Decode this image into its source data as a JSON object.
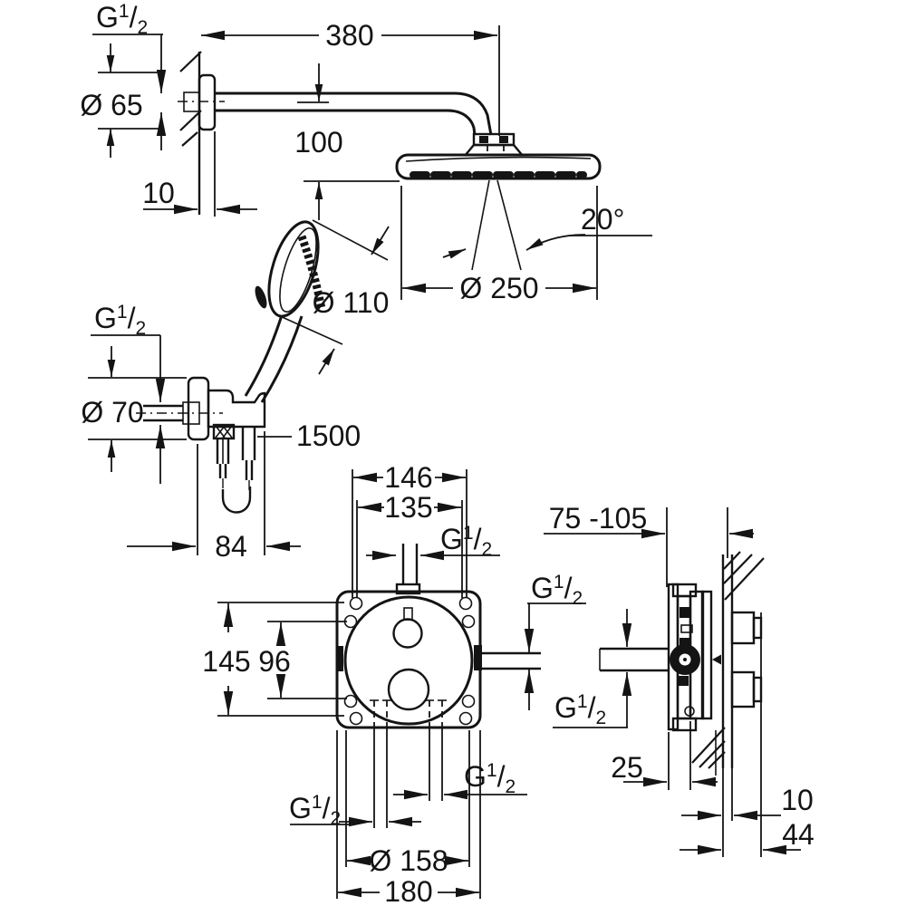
{
  "drawing": {
    "kind": "technical-dimension-drawing",
    "background": "#ffffff",
    "line_color": "#141414",
    "views": [
      "overhead-shower-elevation",
      "hand-shower-elevation",
      "mixer-box-front",
      "mixer-box-side"
    ]
  },
  "thread_label": {
    "base": "G",
    "numerator": "1",
    "slash": "/",
    "denominator": "2"
  },
  "dimensions": {
    "arm_projection": "380",
    "arm_wall_offset": "10",
    "arm_flange_dia": "Ø 65",
    "head_drop": "100",
    "head_dia": "Ø 250",
    "spray_angle": "20°",
    "hand_head_dia": "Ø 110",
    "holder_flange_dia": "Ø 70",
    "hose_length": "1500",
    "holder_depth": "84",
    "box_width_top": "146",
    "box_hole_spacing_h": "135",
    "box_height": "145",
    "box_hole_spacing_v": "96",
    "trim_dia": "Ø 158",
    "trim_width": "180",
    "install_depth_range": "75 -105",
    "box_depth": "25",
    "wall_thickness": "10",
    "behind_wall_depth": "44"
  }
}
